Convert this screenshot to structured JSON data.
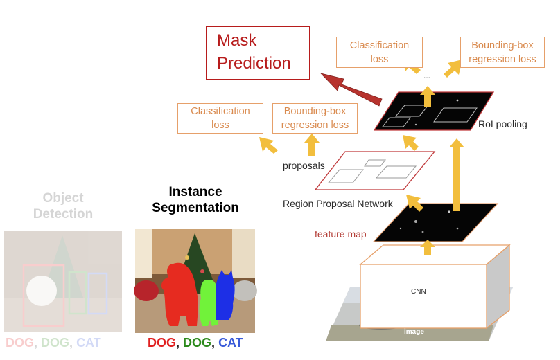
{
  "mask_prediction": "Mask\nPrediction",
  "top_cls_loss": "Classification\nloss",
  "top_bbox_loss": "Bounding-box\nregression loss",
  "ellipsis": "...",
  "roi_pooling": "RoI pooling",
  "mid_cls_loss": "Classification\nloss",
  "mid_bbox_loss": "Bounding-box\nregression loss",
  "proposals": "proposals",
  "rpn": "Region Proposal Network",
  "feature_map": "feature map",
  "cnn": "CNN",
  "image": "image",
  "object_detection_title": "Object\nDetection",
  "instance_segmentation_title": "Instance\nSegmentation",
  "labels": {
    "dog1": "DOG",
    "sep1": ", ",
    "dog2": "DOG",
    "sep2": ", ",
    "cat": "CAT"
  },
  "colors": {
    "dog1": "#e02020",
    "dog2": "#2c8a1c",
    "cat": "#3a5bd9",
    "accent_orange": "#e6a06a",
    "arrow_gold": "#f2be3d",
    "mask_red": "#b7332e",
    "mask_title": "#b71c1c"
  }
}
